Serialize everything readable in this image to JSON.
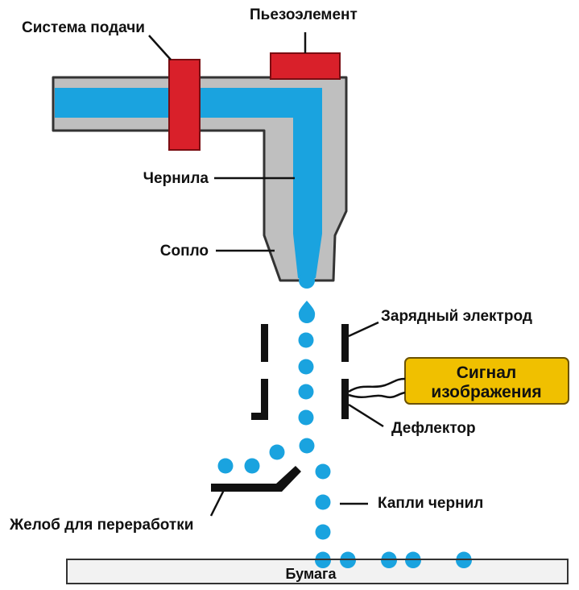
{
  "labels": {
    "feed_system": "Система подачи",
    "piezo": "Пьезоэлемент",
    "ink": "Чернила",
    "nozzle": "Сопло",
    "charge_electrode": "Зарядный электрод",
    "signal_line1": "Сигнал",
    "signal_line2": "изображения",
    "deflector": "Дефлектор",
    "gutter": "Желоб для переработки",
    "droplets": "Капли чернил",
    "paper": "Бумага"
  },
  "colors": {
    "ink": "#1aa3df",
    "head_body": "#bfbfbf",
    "head_outline": "#333333",
    "piezo": "#d9202a",
    "signal_box": "#f0c000",
    "electrode": "#111111",
    "paper": "#f2f2f2"
  }
}
